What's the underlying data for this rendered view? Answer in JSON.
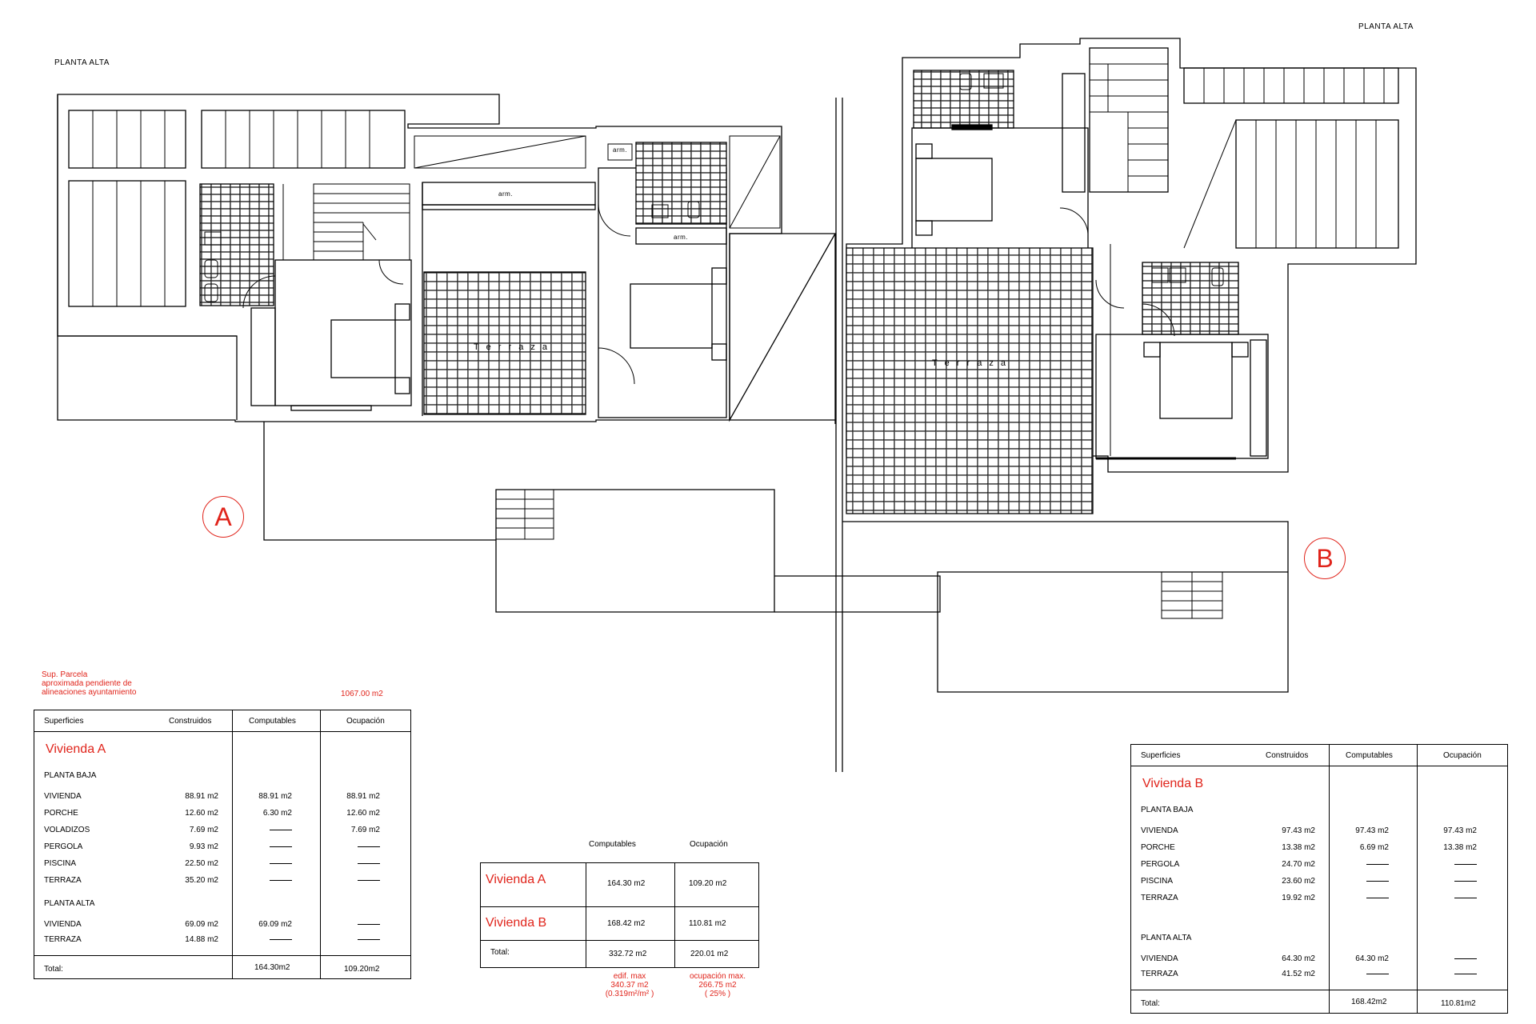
{
  "plan": {
    "left_label": "PLANTA ALTA",
    "right_label": "PLANTA ALTA",
    "terraza_left": "T e r r a z a",
    "terraza_right": "T e r r a z a",
    "arm": "arm.",
    "marker_a": "A",
    "marker_b": "B",
    "colors": {
      "line": "#000000",
      "accent": "#e0241b"
    }
  },
  "parcel": {
    "note_l1": "Sup. Parcela",
    "note_l2": "aproximada pendiente de",
    "note_l3": "alineaciones ayuntamiento",
    "value": "1067.00 m2"
  },
  "table_a": {
    "h_sup": "Superficies",
    "h_cons": "Construidos",
    "h_comp": "Computables",
    "h_ocup": "Ocupación",
    "title": "Vivienda   A",
    "planta_baja": "PLANTA BAJA",
    "planta_alta": "PLANTA ALTA",
    "baja_rows": [
      {
        "name": "VIVIENDA",
        "cons": "88.91  m2",
        "comp": "88.91  m2",
        "ocup": "88.91  m2"
      },
      {
        "name": "PORCHE",
        "cons": "12.60  m2",
        "comp": "6.30  m2",
        "ocup": "12.60  m2"
      },
      {
        "name": "VOLADIZOS",
        "cons": "7.69  m2",
        "comp": "",
        "ocup": "7.69  m2"
      },
      {
        "name": "PERGOLA",
        "cons": "9.93  m2",
        "comp": "",
        "ocup": ""
      },
      {
        "name": "PISCINA",
        "cons": "22.50  m2",
        "comp": "",
        "ocup": ""
      },
      {
        "name": "TERRAZA",
        "cons": "35.20  m2",
        "comp": "",
        "ocup": ""
      }
    ],
    "alta_rows": [
      {
        "name": "VIVIENDA",
        "cons": "69.09  m2",
        "comp": "69.09  m2",
        "ocup": ""
      },
      {
        "name": "TERRAZA",
        "cons": "14.88  m2",
        "comp": "",
        "ocup": ""
      }
    ],
    "total_label": "Total:",
    "total_comp": "164.30m2",
    "total_ocup": "109.20m2"
  },
  "table_b": {
    "h_sup": "Superficies",
    "h_cons": "Construidos",
    "h_comp": "Computables",
    "h_ocup": "Ocupación",
    "title": "Vivienda   B",
    "planta_baja": "PLANTA BAJA",
    "planta_alta": "PLANTA ALTA",
    "baja_rows": [
      {
        "name": "VIVIENDA",
        "cons": "97.43  m2",
        "comp": "97.43  m2",
        "ocup": "97.43  m2"
      },
      {
        "name": "PORCHE",
        "cons": "13.38  m2",
        "comp": "6.69  m2",
        "ocup": "13.38  m2"
      },
      {
        "name": "PERGOLA",
        "cons": "24.70  m2",
        "comp": "",
        "ocup": ""
      },
      {
        "name": "PISCINA",
        "cons": "23.60  m2",
        "comp": "",
        "ocup": ""
      },
      {
        "name": "TERRAZA",
        "cons": "19.92  m2",
        "comp": "",
        "ocup": ""
      }
    ],
    "alta_rows": [
      {
        "name": "VIVIENDA",
        "cons": "64.30  m2",
        "comp": "64.30  m2",
        "ocup": ""
      },
      {
        "name": "TERRAZA",
        "cons": "41.52  m2",
        "comp": "",
        "ocup": ""
      }
    ],
    "total_label": "Total:",
    "total_comp": "168.42m2",
    "total_ocup": "110.81m2"
  },
  "summary": {
    "h_comp": "Computables",
    "h_ocup": "Ocupación",
    "a_label": "Vivienda   A",
    "a_comp": "164.30  m2",
    "a_ocup": "109.20  m2",
    "b_label": "Vivienda   B",
    "b_comp": "168.42  m2",
    "b_ocup": "110.81  m2",
    "total_label": "Total:",
    "total_comp": "332.72  m2",
    "total_ocup": "220.01  m2",
    "edif_l1": "edif. max",
    "edif_l2": "340.37  m2",
    "edif_l3": "(0.319m²/m² )",
    "ocup_l1": "ocupación max.",
    "ocup_l2": "266.75  m2",
    "ocup_l3": "( 25% )"
  }
}
